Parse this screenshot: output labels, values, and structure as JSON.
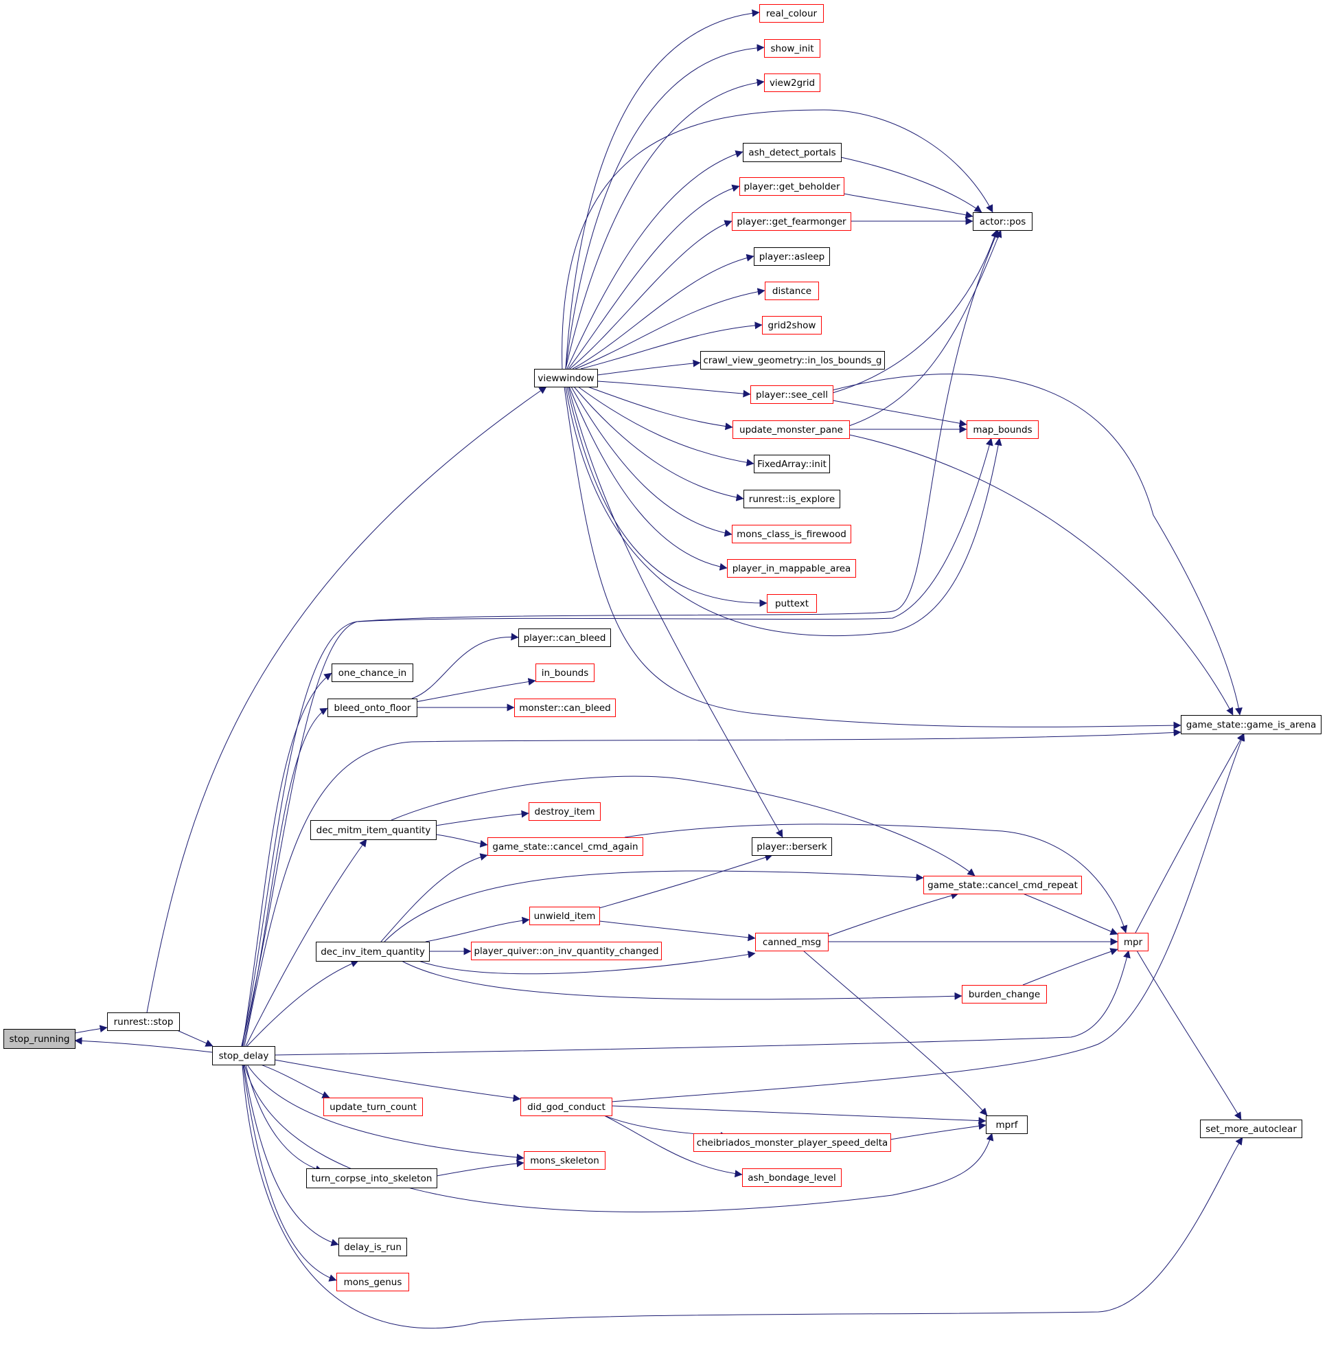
{
  "graph": {
    "colors": {
      "edge": "#191970",
      "linked_border": "#000000",
      "truncated_border": "#ff0000",
      "root_fill": "#c0c0c0",
      "node_fill": "#ffffff"
    },
    "nodes": [
      {
        "id": "stop_running",
        "label": "stop_running",
        "style": "root"
      },
      {
        "id": "runrest_stop",
        "label": "runrest::stop",
        "style": "black"
      },
      {
        "id": "stop_delay",
        "label": "stop_delay",
        "style": "black"
      },
      {
        "id": "viewwindow",
        "label": "viewwindow",
        "style": "black"
      },
      {
        "id": "real_colour",
        "label": "real_colour",
        "style": "red"
      },
      {
        "id": "show_init",
        "label": "show_init",
        "style": "red"
      },
      {
        "id": "view2grid",
        "label": "view2grid",
        "style": "red"
      },
      {
        "id": "ash_detect_portals",
        "label": "ash_detect_portals",
        "style": "black"
      },
      {
        "id": "get_beholder",
        "label": "player::get_beholder",
        "style": "red"
      },
      {
        "id": "get_fearmonger",
        "label": "player::get_fearmonger",
        "style": "red"
      },
      {
        "id": "asleep",
        "label": "player::asleep",
        "style": "black"
      },
      {
        "id": "distance",
        "label": "distance",
        "style": "red"
      },
      {
        "id": "grid2show",
        "label": "grid2show",
        "style": "red"
      },
      {
        "id": "in_los_bounds",
        "label": "crawl_view_geometry::in_los_bounds_g",
        "style": "black"
      },
      {
        "id": "see_cell",
        "label": "player::see_cell",
        "style": "red"
      },
      {
        "id": "update_monster_pane",
        "label": "update_monster_pane",
        "style": "red"
      },
      {
        "id": "fixedarray_init",
        "label": "FixedArray::init",
        "style": "black"
      },
      {
        "id": "is_explore",
        "label": "runrest::is_explore",
        "style": "black"
      },
      {
        "id": "mons_class_is_firewood",
        "label": "mons_class_is_firewood",
        "style": "red"
      },
      {
        "id": "player_in_mappable_area",
        "label": "player_in_mappable_area",
        "style": "red"
      },
      {
        "id": "puttext",
        "label": "puttext",
        "style": "red"
      },
      {
        "id": "actor_pos",
        "label": "actor::pos",
        "style": "black"
      },
      {
        "id": "map_bounds",
        "label": "map_bounds",
        "style": "red"
      },
      {
        "id": "game_is_arena",
        "label": "game_state::game_is_arena",
        "style": "black"
      },
      {
        "id": "can_bleed",
        "label": "player::can_bleed",
        "style": "black"
      },
      {
        "id": "in_bounds",
        "label": "in_bounds",
        "style": "red"
      },
      {
        "id": "monster_can_bleed",
        "label": "monster::can_bleed",
        "style": "red"
      },
      {
        "id": "one_chance_in",
        "label": "one_chance_in",
        "style": "black"
      },
      {
        "id": "bleed_onto_floor",
        "label": "bleed_onto_floor",
        "style": "black"
      },
      {
        "id": "destroy_item",
        "label": "destroy_item",
        "style": "red"
      },
      {
        "id": "dec_mitm_item_quantity",
        "label": "dec_mitm_item_quantity",
        "style": "black"
      },
      {
        "id": "cancel_cmd_again",
        "label": "game_state::cancel_cmd_again",
        "style": "red"
      },
      {
        "id": "berserk",
        "label": "player::berserk",
        "style": "black"
      },
      {
        "id": "cancel_cmd_repeat",
        "label": "game_state::cancel_cmd_repeat",
        "style": "red"
      },
      {
        "id": "unwield_item",
        "label": "unwield_item",
        "style": "red"
      },
      {
        "id": "canned_msg",
        "label": "canned_msg",
        "style": "red"
      },
      {
        "id": "mpr",
        "label": "mpr",
        "style": "red"
      },
      {
        "id": "dec_inv_item_quantity",
        "label": "dec_inv_item_quantity",
        "style": "black"
      },
      {
        "id": "on_inv_quantity_changed",
        "label": "player_quiver::on_inv_quantity_changed",
        "style": "red"
      },
      {
        "id": "burden_change",
        "label": "burden_change",
        "style": "red"
      },
      {
        "id": "update_turn_count",
        "label": "update_turn_count",
        "style": "red"
      },
      {
        "id": "did_god_conduct",
        "label": "did_god_conduct",
        "style": "red"
      },
      {
        "id": "mprf",
        "label": "mprf",
        "style": "black"
      },
      {
        "id": "cheibriados_speed",
        "label": "cheibriados_monster_player_speed_delta",
        "style": "red"
      },
      {
        "id": "set_more_autoclear",
        "label": "set_more_autoclear",
        "style": "black"
      },
      {
        "id": "mons_skeleton",
        "label": "mons_skeleton",
        "style": "red"
      },
      {
        "id": "turn_corpse_into_skeleton",
        "label": "turn_corpse_into_skeleton",
        "style": "black"
      },
      {
        "id": "ash_bondage_level",
        "label": "ash_bondage_level",
        "style": "red"
      },
      {
        "id": "delay_is_run",
        "label": "delay_is_run",
        "style": "black"
      },
      {
        "id": "mons_genus",
        "label": "mons_genus",
        "style": "red"
      }
    ]
  }
}
